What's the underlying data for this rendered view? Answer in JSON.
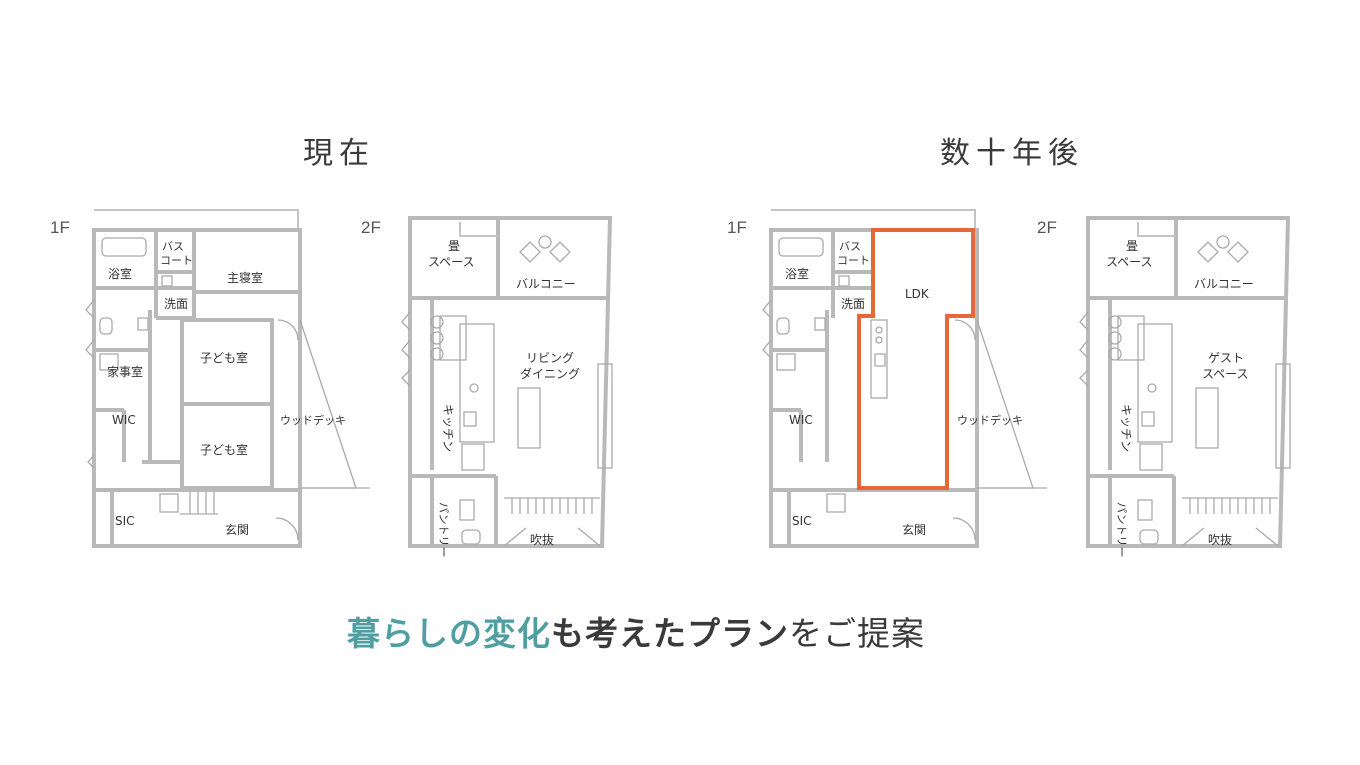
{
  "headings": {
    "now": "現在",
    "later": "数十年後"
  },
  "floors": {
    "f1": "1F",
    "f2": "2F"
  },
  "rooms": {
    "bath": "浴室",
    "bus_coat_1": "バス",
    "bus_coat_2": "コート",
    "washroom": "洗面",
    "master_bedroom": "主寝室",
    "housework_room": "家事室",
    "kids_room": "子ども室",
    "wic": "WIC",
    "sic": "SIC",
    "entrance": "玄関",
    "wood_deck": "ウッドデッキ",
    "tatami_1": "畳",
    "tatami_2": "スペース",
    "balcony": "バルコニー",
    "kitchen": "キッチン",
    "living_1": "リビング",
    "living_2": "ダイニング",
    "pantry": "パントリー",
    "void": "吹抜",
    "ldk": "LDK",
    "guest_1": "ゲスト",
    "guest_2": "スペース"
  },
  "colors": {
    "highlight_line": "#e5673a",
    "accent_text": "#4f9ea1",
    "wall": "#b9b9b9"
  },
  "tagline": {
    "part1": "暮らしの変化",
    "part2": "も考えたプラン",
    "part3": "をご提案"
  }
}
